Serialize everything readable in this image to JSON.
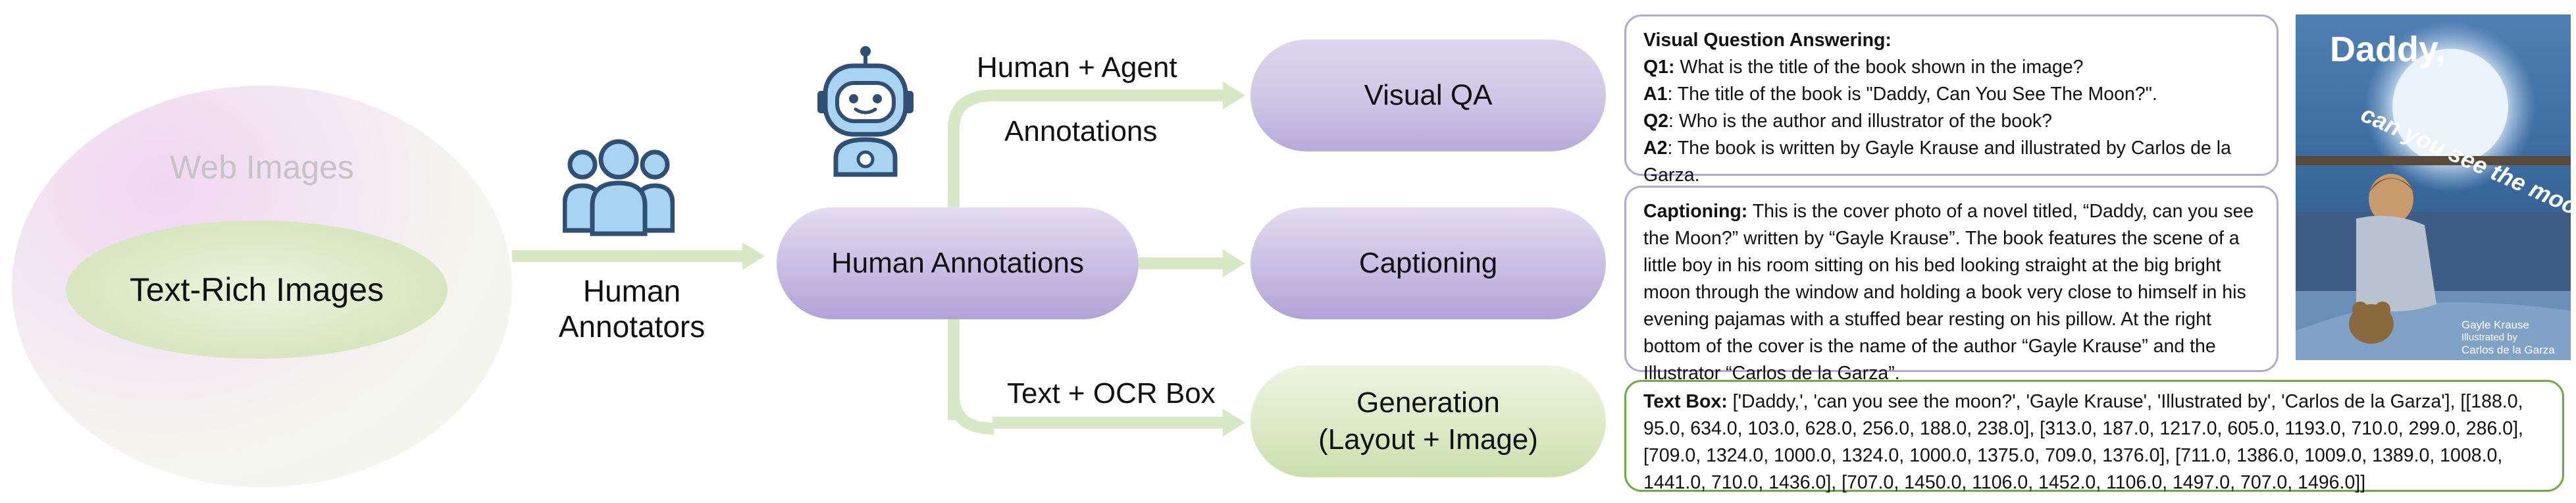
{
  "sources": {
    "outer_label": "Web Images",
    "inner_label": "Text-Rich Images"
  },
  "annotators": {
    "label": "Human Annotators",
    "icon": "people-icon"
  },
  "center": {
    "label": "Human Annotations"
  },
  "edges": {
    "top_line1": "Human + Agent",
    "top_line2": "Annotations",
    "bottom": "Text + OCR Box",
    "robot_icon": "robot-icon"
  },
  "tasks": {
    "vqa": "Visual QA",
    "captioning": "Captioning",
    "generation_line1": "Generation",
    "generation_line2": "(Layout + Image)"
  },
  "vqa_box": {
    "heading": "Visual Question Answering:",
    "q1_label": "Q1:",
    "q1_text": " What is the title of the book shown in the image?",
    "a1_label": "A1",
    "a1_text": ": The title of the book is \"Daddy, Can You See The Moon?\".",
    "q2_label": "Q2",
    "q2_text": ": Who is the author and illustrator of the book?",
    "a2_label": "A2",
    "a2_text": ": The book is written by Gayle Krause and illustrated by Carlos de la Garza."
  },
  "caption_box": {
    "label": "Captioning:",
    "text": " This is the cover photo of a novel titled, “Daddy, can you see the Moon?” written by “Gayle Krause”. The book features the scene of a little boy in his room sitting on his bed looking straight at the big bright moon through the window and holding a book very close to himself in his evening pajamas with a stuffed bear resting on his pillow. At the right bottom of the cover is the name of the author “Gayle Krause” and the Illustrator “Carlos de la Garza”."
  },
  "textbox_box": {
    "label": "Text Box:",
    "text": " ['Daddy,', 'can you see the moon?', 'Gayle Krause', 'Illustrated by', 'Carlos de la Garza'], [[188.0, 95.0, 634.0, 103.0, 628.0, 256.0, 188.0, 238.0], [313.0, 187.0, 1217.0, 605.0, 1193.0, 710.0, 299.0, 286.0], [709.0, 1324.0, 1000.0, 1324.0, 1000.0, 1375.0, 709.0, 1376.0], [711.0, 1386.0, 1009.0, 1389.0, 1008.0, 1441.0, 710.0, 1436.0], [707.0, 1450.0, 1106.0, 1452.0, 1106.0, 1497.0, 707.0, 1496.0]]"
  },
  "book": {
    "title1": "Daddy,",
    "title2": "can you see the moon?",
    "author": "Gayle Krause",
    "illustrated": "Illustrated by",
    "illustrator": "Carlos de la Garza"
  },
  "colors": {
    "arrow": "#d6e9c4",
    "purple_pill": "#c8bde3",
    "green_pill": "#dbe9c3",
    "purple_border": "#b2a6dc",
    "green_border": "#6dab40",
    "icon_blue": "#2f4f74",
    "icon_fill": "#a8d3f1"
  }
}
